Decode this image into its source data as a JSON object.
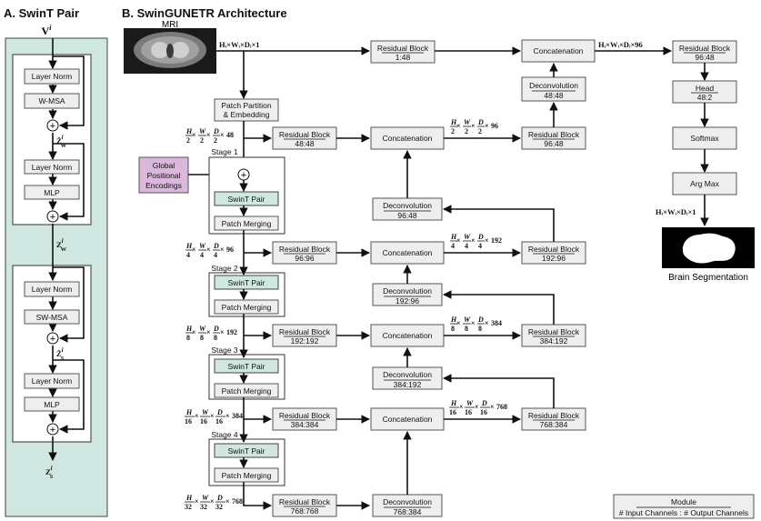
{
  "panel_a": {
    "title": "A. SwinT Pair",
    "input": "V",
    "input_sup": "i",
    "blocks": [
      "Layer Norm",
      "W-MSA",
      "Layer Norm",
      "MLP",
      "Layer Norm",
      "SW-MSA",
      "Layer Norm",
      "MLP"
    ],
    "zw_hat": "Ẑ",
    "zw_hat_sup": "i",
    "zw_hat_sub": "W",
    "zw": "Z",
    "zw_sup": "i",
    "zw_sub": "W",
    "zs_hat": "Ẑ",
    "zs_hat_sup": "i",
    "zs_hat_sub": "S",
    "zs": "Z",
    "zs_sup": "i",
    "zs_sub": "S",
    "plus": "⊕"
  },
  "panel_b": {
    "title": "B. SwinGUNETR Architecture",
    "mri_label": "MRI",
    "input_dims": "Hᵢ×Wᵢ×Dᵢ×1",
    "patch_partition": [
      "Patch Partition",
      "& Embedding"
    ],
    "gpe": [
      "Global",
      "Positional",
      "Encodings"
    ],
    "stages": [
      "Stage 1",
      "Stage 2",
      "Stage 3",
      "Stage 4"
    ],
    "swint_pair": "SwinT Pair",
    "patch_merging": "Patch Merging",
    "residual_blocks": [
      {
        "name": "Residual Block",
        "channels": "1:48"
      },
      {
        "name": "Residual Block",
        "channels": "48:48"
      },
      {
        "name": "Residual Block",
        "channels": "96:96"
      },
      {
        "name": "Residual Block",
        "channels": "192:192"
      },
      {
        "name": "Residual Block",
        "channels": "384:384"
      },
      {
        "name": "Residual Block",
        "channels": "768:768"
      }
    ],
    "decoder_residual_blocks": [
      {
        "name": "Residual Block",
        "channels": "96:48"
      },
      {
        "name": "Residual Block",
        "channels": "192:96"
      },
      {
        "name": "Residual Block",
        "channels": "384:192"
      },
      {
        "name": "Residual Block",
        "channels": "768:384"
      }
    ],
    "deconvolutions": [
      {
        "name": "Deconvolution",
        "channels": "48:48"
      },
      {
        "name": "Deconvolution",
        "channels": "96:48"
      },
      {
        "name": "Deconvolution",
        "channels": "192:96"
      },
      {
        "name": "Deconvolution",
        "channels": "384:192"
      },
      {
        "name": "Deconvolution",
        "channels": "768:384"
      }
    ],
    "concatenation": "Concatenation",
    "out_residual": {
      "name": "Residual Block",
      "channels": "96:48"
    },
    "head": {
      "name": "Head",
      "channels": "48:2"
    },
    "softmax": "Softmax",
    "argmax": "Arg Max",
    "out_dims": "Hᵢ×Wᵢ×Dᵢ×1",
    "concat_out_dims": "Hᵢ×Wᵢ×Dᵢ×96",
    "brain_seg": "Brain Segmentation",
    "fractions": [
      {
        "num": [
          "H",
          "W",
          "D"
        ],
        "den": "2",
        "ch": "48"
      },
      {
        "num": [
          "H",
          "W",
          "D"
        ],
        "den": "4",
        "ch": "96"
      },
      {
        "num": [
          "H",
          "W",
          "D"
        ],
        "den": "8",
        "ch": "192"
      },
      {
        "num": [
          "H",
          "W",
          "D"
        ],
        "den": "16",
        "ch": "384"
      },
      {
        "num": [
          "H",
          "W",
          "D"
        ],
        "den": "32",
        "ch": "768"
      }
    ],
    "concat_fractions": [
      {
        "num": [
          "H",
          "W",
          "D"
        ],
        "den": "2",
        "ch": "96"
      },
      {
        "num": [
          "H",
          "W",
          "D"
        ],
        "den": "4",
        "ch": "192"
      },
      {
        "num": [
          "H",
          "W",
          "D"
        ],
        "den": "8",
        "ch": "384"
      },
      {
        "num": [
          "H",
          "W",
          "D"
        ],
        "den": "16",
        "ch": "768"
      }
    ],
    "subscript_i": "i",
    "times": "×",
    "legend": {
      "title": "Module",
      "subtitle": "# Input Channels : # Output Channels"
    }
  },
  "colors": {
    "teal": "#cfe6e1",
    "purple": "#d9b8dc",
    "box": "#eeeeee"
  }
}
